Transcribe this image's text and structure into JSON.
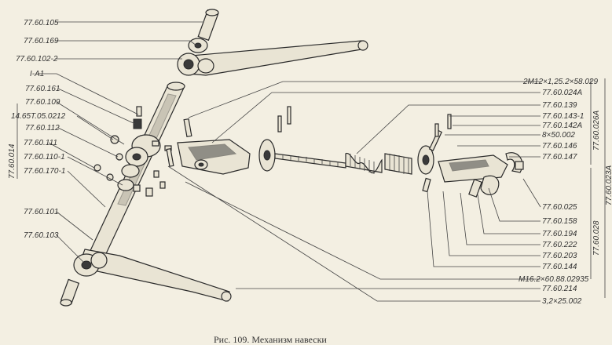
{
  "caption": "Рис. 109. Механизм навески",
  "labels_left": [
    "77.60.105",
    "77.60.169",
    "77.60.102-2",
    "I-A1",
    "77.60.161",
    "77.60.109",
    "14.65Т.05.0212",
    "77.60.112",
    "77.60.111",
    "77.60.110-1",
    "77.60.170-1",
    "77.60.101",
    "77.60.103"
  ],
  "labels_right": [
    "2М12×1,25.2×58.029",
    "77.60.024А",
    "77.60.139",
    "77.60.143-1",
    "77.60.142А",
    "8×50.002",
    "77.60.146",
    "77.60.147",
    "77.60.025",
    "77.60.158",
    "77.60.194",
    "77.60.222",
    "77.60.203",
    "77.60.144",
    "М16.2×60.88.02935",
    "77.60.214",
    "3,2×25.002"
  ],
  "group_labels": {
    "left": "77.60.014",
    "right_top": "77.60.026А",
    "right_mid": "77.60.023А",
    "right_low": "77.60.028"
  }
}
